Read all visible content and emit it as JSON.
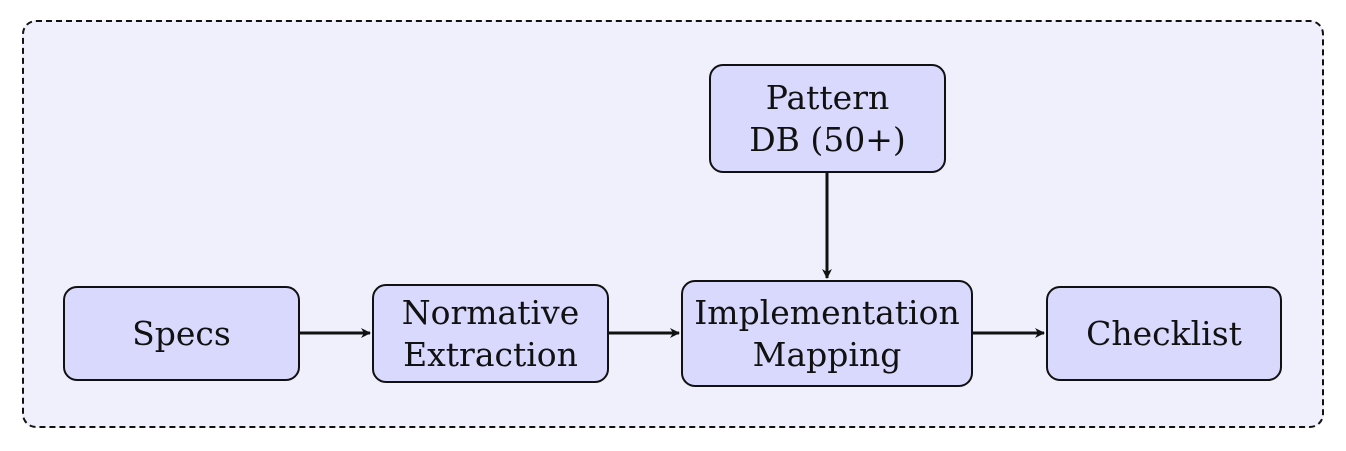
{
  "diagram": {
    "nodes": {
      "specs": {
        "lines": [
          "Specs"
        ]
      },
      "normative_extraction": {
        "lines": [
          "Normative",
          "Extraction"
        ]
      },
      "implementation_mapping": {
        "lines": [
          "Implementation",
          "Mapping"
        ]
      },
      "checklist": {
        "lines": [
          "Checklist"
        ]
      },
      "pattern_db": {
        "lines": [
          "Pattern",
          "DB (50+)"
        ]
      }
    },
    "edges": [
      {
        "from": "specs",
        "to": "normative_extraction"
      },
      {
        "from": "normative_extraction",
        "to": "implementation_mapping"
      },
      {
        "from": "implementation_mapping",
        "to": "checklist"
      },
      {
        "from": "pattern_db",
        "to": "implementation_mapping"
      }
    ]
  },
  "colors": {
    "frame_fill": "#f0f0fd",
    "node_fill": "#d9d9fe",
    "stroke": "#111111"
  }
}
